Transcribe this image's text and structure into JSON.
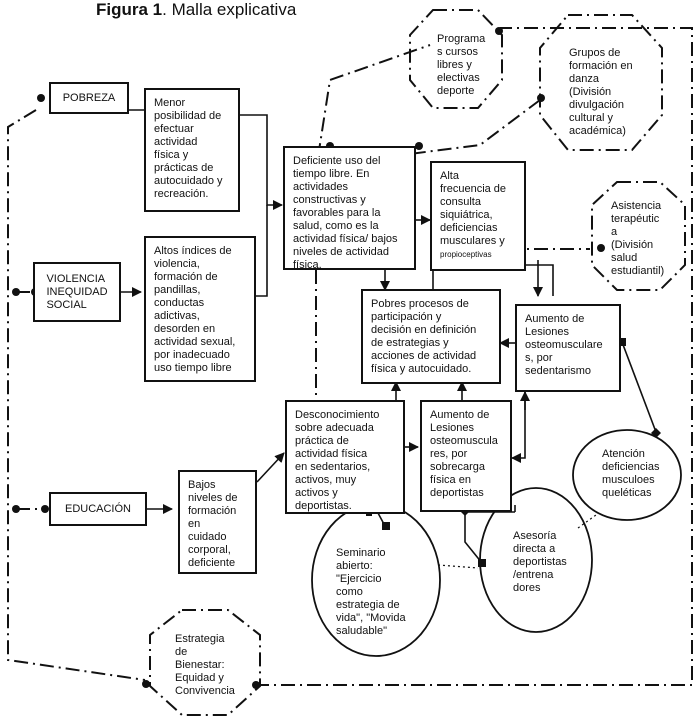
{
  "figure": {
    "title_bold": "Figura 1",
    "title_rest": ". Malla explicativa"
  },
  "causes": {
    "pobreza": "POBREZA",
    "violencia": "VIOLENCIA\nINEQUIDAD\nSOCIAL",
    "educacion": "EDUCACIÓN"
  },
  "effects": {
    "menor_posibilidad": "Menor\nposibilidad de\nefectuar\nactividad\nfísica y\nprácticas de\nautocuidado y\nrecreación.",
    "altos_indices": "Altos índices de\nviolencia,\nformación de\npandillas,\nconductas\nadictivas,\ndesorden en\nactividad sexual,\npor inadecuado\nuso tiempo libre",
    "bajos_niveles": "Bajos\nniveles de\nformación\nen\ncuidado\ncorporal,\ndeficiente\n. . . . . . . .",
    "deficiente_uso": "Deficiente uso del\ntiempo libre. En\nactividades\nconstructivas y\nfavorables para la\nsalud, como es la\nactividad física/ bajos\nniveles de actividad\nfísica.",
    "alta_frecuencia": "Alta\nfrecuencia de\nconsulta\nsiquiátrica,\ndeficiencias\nmusculares y",
    "alta_frecuencia_small": "propioceptivas",
    "pobres_procesos": "Pobres procesos de\nparticipación y\ndecisión en definición\nde estrategias y\nacciones de actividad\nfísica y autocuidado.",
    "aumento_sedentarismo": "Aumento de\nLesiones\nosteomusculare\ns, por\nsedentarismo",
    "desconocimiento": "Desconocimiento\nsobre adecuada\npráctica de\nactividad  física\nen sedentarios,\nactivos, muy\nactivos y\ndeportistas.",
    "aumento_sobrecarga": "Aumento de\nLesiones\nosteomuscula\nres, por\nsobrecarga\nfísica en\ndeportistas"
  },
  "strategies": {
    "programas": "Programa\ns cursos\nlibres y\nelectivas\ndeporte",
    "grupos_danza": "Grupos de\nformación en\ndanza\n(División\ndivulgación\ncultural y\nacadémica)",
    "asistencia": "Asistencia\nterapéutic\na\n(División\nsalud\nestudiantil)",
    "atencion": "Atención\ndeficiencias\nmusculoes\nqueléticas",
    "seminario": "Seminario\nabierto:\n\"Ejercicio\ncomo\nestrategia    de\nvida\",  \"Movida\nsaludable\"",
    "asesoria": "Asesoría\ndirecta        a\ndeportistas\n/entrena\ndores",
    "estrategia_bienestar": "Estrategia\nde\nBienestar:\nEquidad y\nConvivencia"
  }
}
